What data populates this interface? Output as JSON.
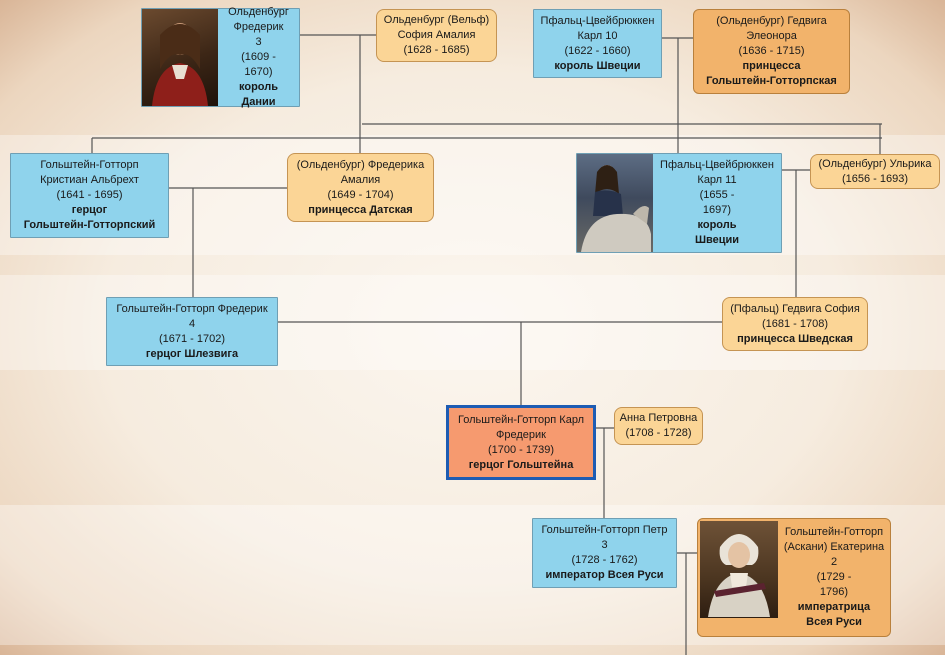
{
  "nodes": {
    "frederik3": {
      "name_line1": "Ольденбург Фредерик",
      "name_line2": "3",
      "years_a": "(1609 -",
      "years_b": "1670)",
      "title_line1": "король",
      "title_line2": "Дании"
    },
    "sofia_amalia": {
      "name_line1": "Ольденбург (Вельф)",
      "name_line2": "София Амалия",
      "years": "(1628 - 1685)"
    },
    "karl10": {
      "name_line1": "Пфальц-Цвейбрюккен",
      "name_line2": "Карл 10",
      "years": "(1622 - 1660)",
      "title": "король Швеции"
    },
    "hedvig_eleonora": {
      "name_line1": "(Ольденбург) Гедвига",
      "name_line2": "Элеонора",
      "years": "(1636 - 1715)",
      "title_line1": "принцесса",
      "title_line2": "Гольштейн-Готторпская"
    },
    "christian_albrecht": {
      "name_line1": "Гольштейн-Готторп",
      "name_line2": "Кристиан Альбрехт",
      "years": "(1641 - 1695)",
      "title_line1": "герцог",
      "title_line2": "Гольштейн-Готторпский"
    },
    "frederika_amalia": {
      "name_line1": "(Ольденбург) Фредерика",
      "name_line2": "Амалия",
      "years": "(1649 - 1704)",
      "title": "принцесса Датская"
    },
    "karl11": {
      "name_line1": "Пфальц-Цвейбрюккен",
      "name_line2": "Карл 11",
      "years_a": "(1655 -",
      "years_b": "1697)",
      "title_line1": "король",
      "title_line2": "Швеции"
    },
    "ulrika": {
      "name": "(Ольденбург) Ульрика",
      "years": "(1656 - 1693)"
    },
    "frederik4": {
      "name_line1": "Гольштейн-Готторп Фредерик",
      "name_line2": "4",
      "years": "(1671 - 1702)",
      "title": "герцог Шлезвига"
    },
    "hedvig_sofia": {
      "name_line1": "(Пфальц) Гедвига София",
      "years": "(1681 - 1708)",
      "title": "принцесса Шведская"
    },
    "karl_frederik": {
      "name_line1": "Гольштейн-Готторп Карл",
      "name_line2": "Фредерик",
      "years": "(1700 - 1739)",
      "title": "герцог Гольштейна"
    },
    "anna_petrovna": {
      "name": "Анна Петровна",
      "years": "(1708 - 1728)"
    },
    "peter3": {
      "name_line1": "Гольштейн-Готторп Петр",
      "name_line2": "3",
      "years": "(1728 - 1762)",
      "title": "император Всея Руси"
    },
    "ekaterina2": {
      "name_line1": "Гольштейн-Готторп",
      "name_line2": "(Аскани) Екатерина",
      "name_line3": "2",
      "years_a": "(1729 -",
      "years_b": "1796)",
      "title_line1": "императрица",
      "title_line2": "Всея Руси"
    }
  },
  "colors": {
    "male": "#8fd3ec",
    "female": "#fbd596",
    "female_dark": "#f2b36b",
    "selected": "#f69a6f",
    "selected_border": "#1e5cb3",
    "connector": "#555555"
  },
  "icons": {
    "portrait": "portrait-photo"
  }
}
